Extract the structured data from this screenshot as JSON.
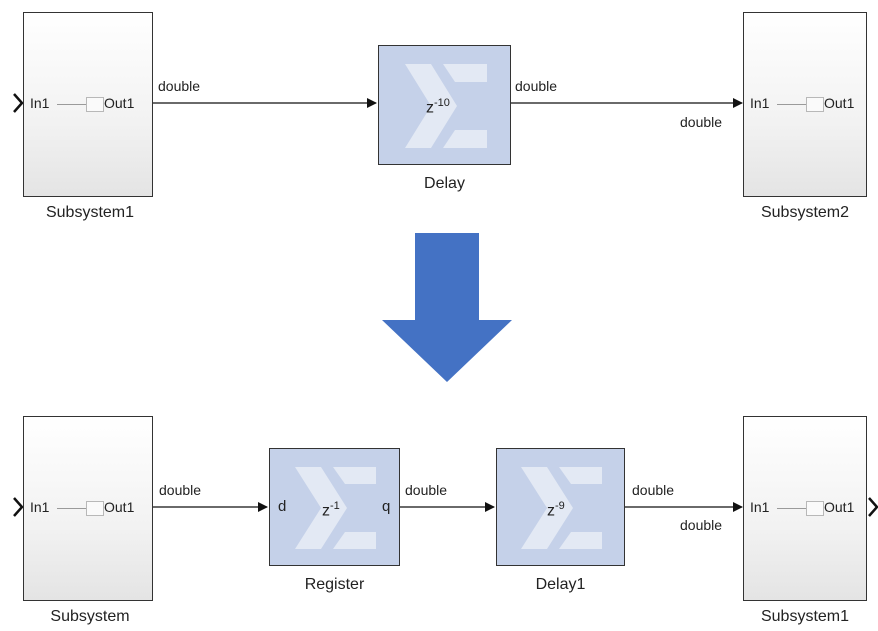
{
  "top": {
    "subsystem_left": {
      "name": "Subsystem1",
      "in_port": "In1",
      "out_port": "Out1"
    },
    "delay": {
      "name": "Delay",
      "z": "z",
      "exp": "-10"
    },
    "subsystem_right": {
      "name": "Subsystem2",
      "in_port": "In1",
      "out_port": "Out1"
    },
    "signal_1": "double",
    "signal_2": "double",
    "signal_3": "double"
  },
  "arrow": {
    "color": "#4472c4"
  },
  "bottom": {
    "subsystem_left": {
      "name": "Subsystem",
      "in_port": "In1",
      "out_port": "Out1"
    },
    "register": {
      "name": "Register",
      "z": "z",
      "exp": "-1",
      "in_pin": "d",
      "out_pin": "q"
    },
    "delay": {
      "name": "Delay1",
      "z": "z",
      "exp": "-9"
    },
    "subsystem_right": {
      "name": "Subsystem1",
      "in_port": "In1",
      "out_port": "Out1"
    },
    "signal_1": "double",
    "signal_2": "double",
    "signal_3": "double",
    "signal_4": "double"
  },
  "colors": {
    "block_fill": "#c5d1e9",
    "logo": "#e3e9f4"
  }
}
